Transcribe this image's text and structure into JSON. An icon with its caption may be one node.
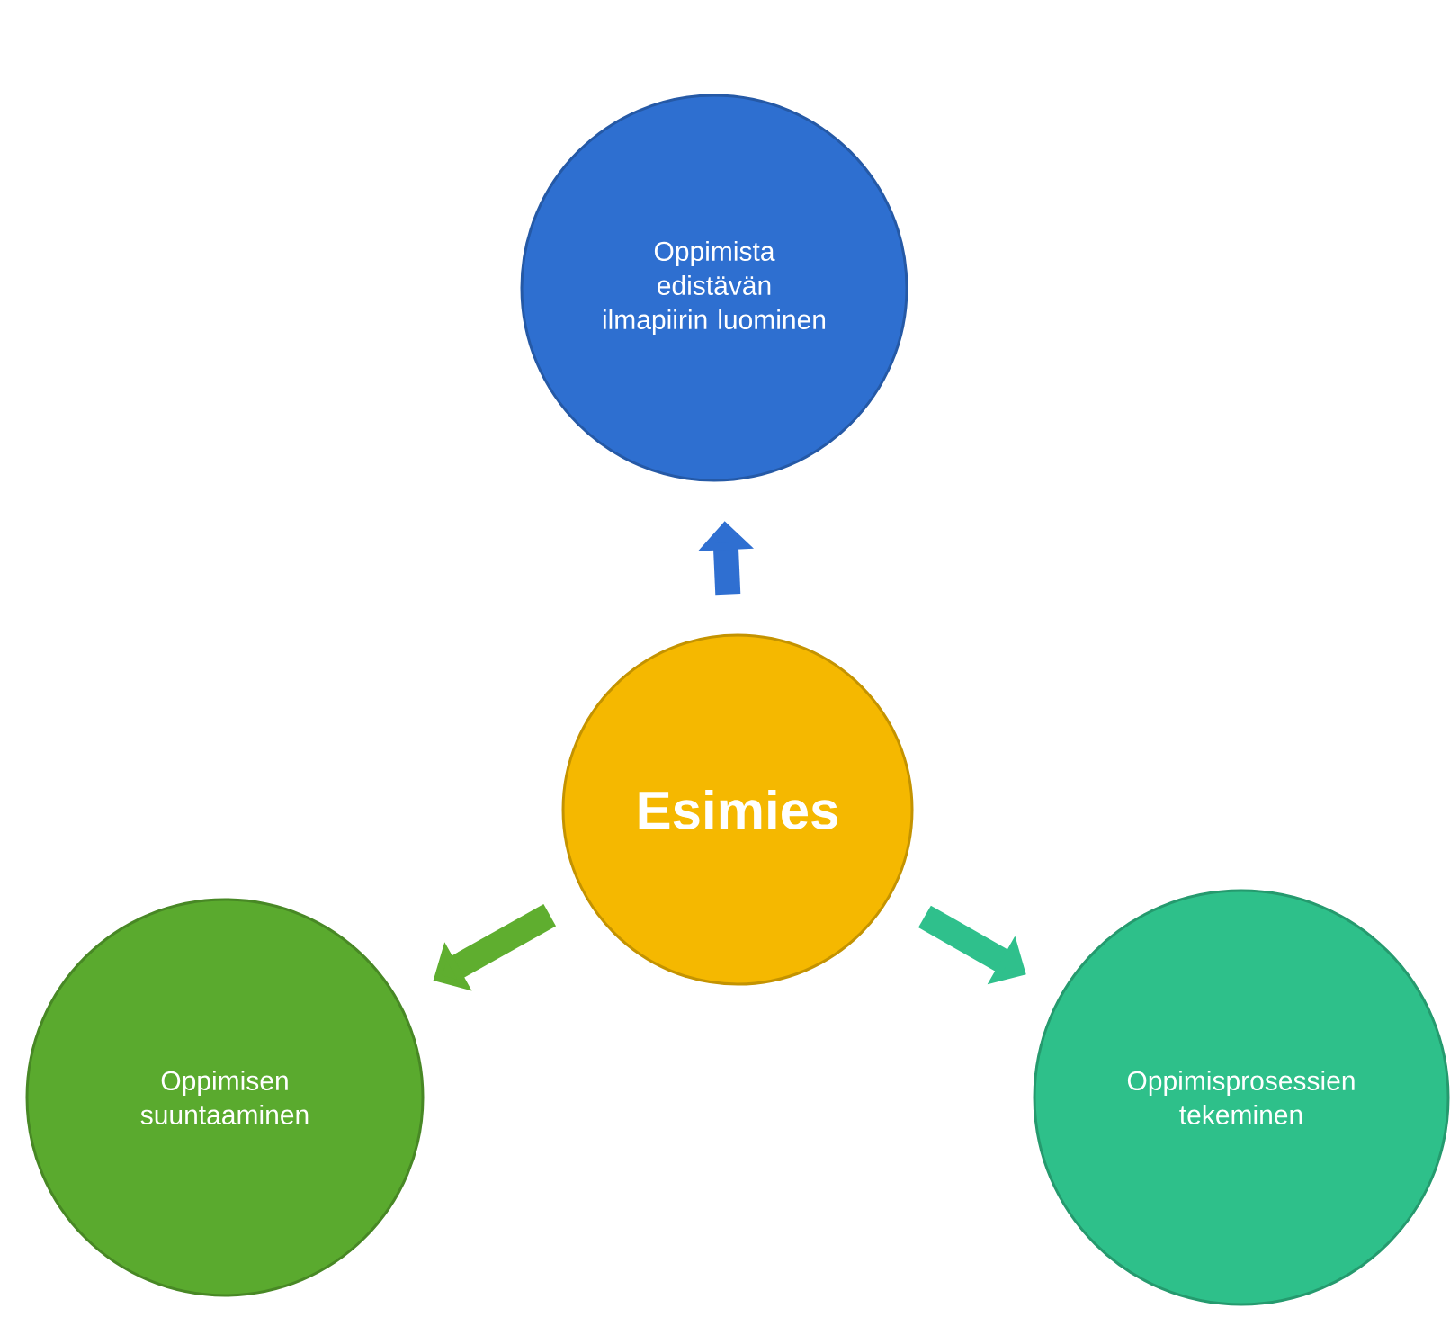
{
  "diagram": {
    "nodes": [
      {
        "text": [
          "Oppimista edistävän ilmapiirin luominen"
        ]
      },
      {
        "text": [
          "Esimies"
        ]
      },
      {
        "text": [
          "Oppimisen suuntaaminen"
        ]
      },
      {
        "text": [
          "Oppimisprosessien tekeminen"
        ]
      }
    ],
    "edges": [
      {
        "from": 1,
        "to": 0,
        "arrow": "to",
        "color": "#2f6fd1"
      },
      {
        "from": 1,
        "to": 2,
        "arrow": "to",
        "color": "#5fae2f"
      },
      {
        "from": 1,
        "to": 3,
        "arrow": "to",
        "color": "#2fc08c"
      }
    ]
  }
}
